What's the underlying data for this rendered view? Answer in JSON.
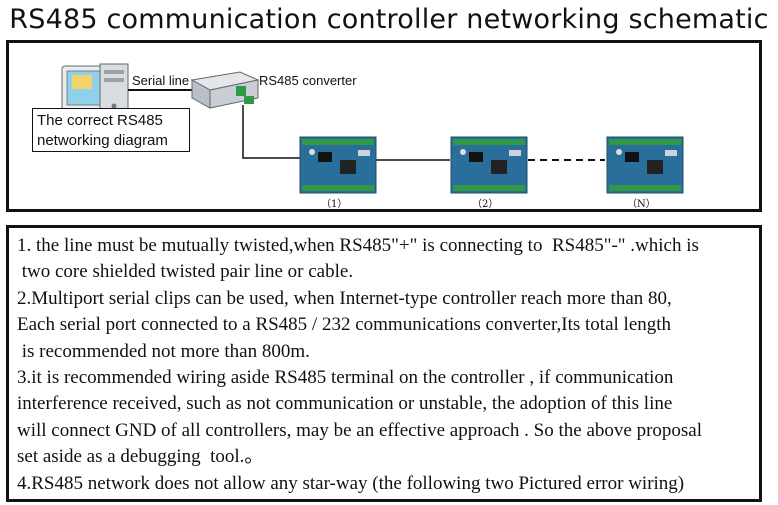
{
  "title": "RS485 communication controller networking schematic",
  "diagram": {
    "serial_line_label": "Serial line",
    "converter_label": "RS485 converter",
    "correct_label": "The correct RS485\nnetworking diagram",
    "board_labels": [
      "（1）",
      "（2）",
      "（N）"
    ],
    "colors": {
      "board": "#2a6e9c",
      "connector": "#2f9a46",
      "converter": "#c9ced6"
    }
  },
  "notes": [
    "1. the line must be mutually twisted,when RS485\"+\" is connecting to  RS485\"-\" .which is\n two core shielded twisted pair line or cable.",
    "2.Multiport serial clips can be used, when Internet-type controller reach more than 80,\nEach serial port connected to a RS485 / 232 communications converter,Its total length\n is recommended not more than 800m.",
    "3.it is recommended wiring aside RS485 terminal on the controller , if communication\ninterference received, such as not communication or unstable, the adoption of this line\nwill connect GND of all controllers, may be an effective approach . So the above proposal\nset aside as a debugging  tool.。",
    "4.RS485 network does not allow any star-way (the following two Pictured error wiring)"
  ]
}
